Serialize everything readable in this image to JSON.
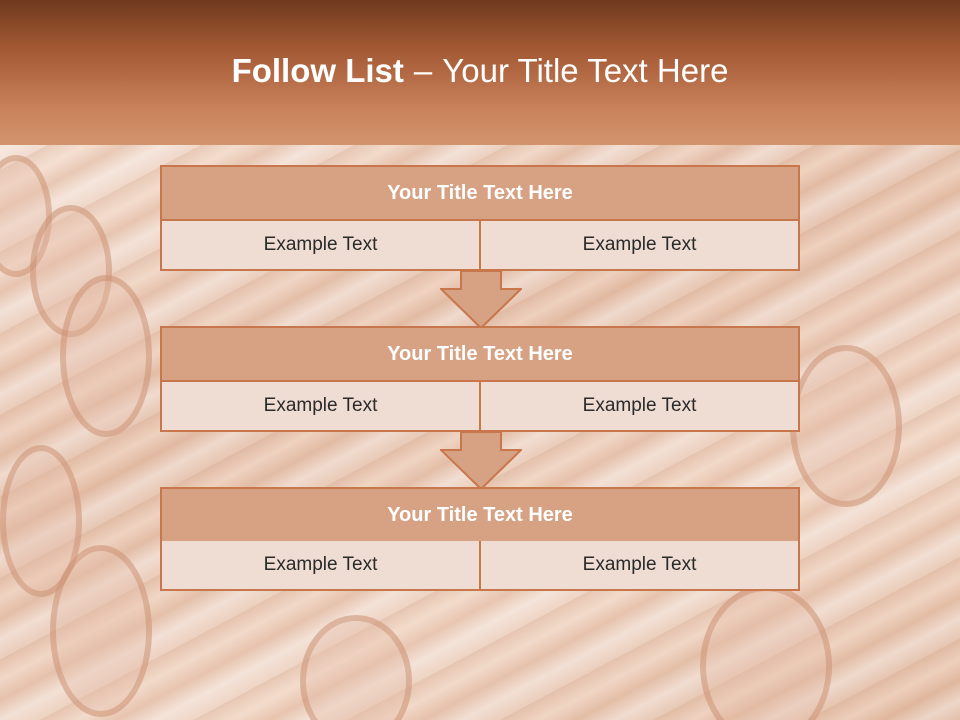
{
  "title": {
    "strong": "Follow List",
    "separator": "–",
    "rest": "Your Title Text Here"
  },
  "colors": {
    "header_dark": "#6f3a1f",
    "header_light": "#d2946d",
    "box_title_fill": "#d6a283",
    "box_border": "#c8774c",
    "cell_fill": "#efdcd3"
  },
  "flow": [
    {
      "title": "Your Title Text Here",
      "cells": [
        "Example Text",
        "Example Text"
      ]
    },
    {
      "title": "Your Title Text Here",
      "cells": [
        "Example Text",
        "Example Text"
      ]
    },
    {
      "title": "Your Title Text Here",
      "cells": [
        "Example Text",
        "Example Text"
      ]
    }
  ],
  "connectors": [
    {
      "icon": "down-arrow-icon"
    },
    {
      "icon": "down-arrow-icon"
    }
  ]
}
